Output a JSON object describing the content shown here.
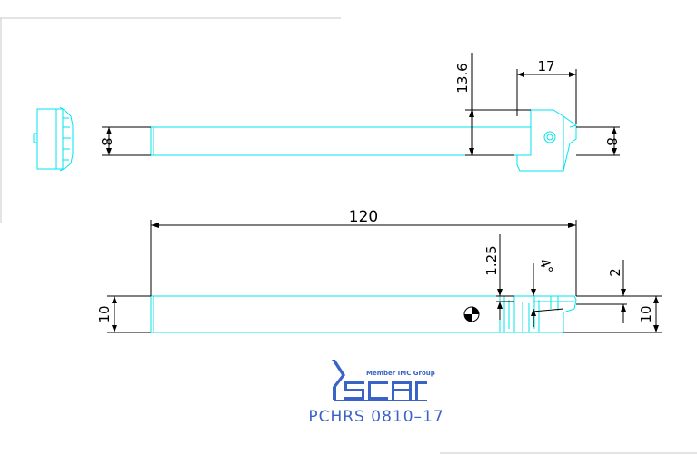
{
  "drawing": {
    "dimensions": {
      "top_height_13_6": "13.6",
      "top_width_17": "17",
      "top_left_8": "8",
      "top_right_8": "8",
      "side_length_120": "120",
      "side_left_10": "10",
      "side_right_10": "10",
      "side_1_25": "1.25",
      "side_angle_4": "4°",
      "side_2": "2"
    },
    "logo": {
      "tagline": "Member IMC Group",
      "brand": "iscar"
    },
    "part_number": "PCHRS 0810–17"
  },
  "colors": {
    "outline": "#00e5ee",
    "dimension": "#000000",
    "title": "#3a63c7"
  }
}
